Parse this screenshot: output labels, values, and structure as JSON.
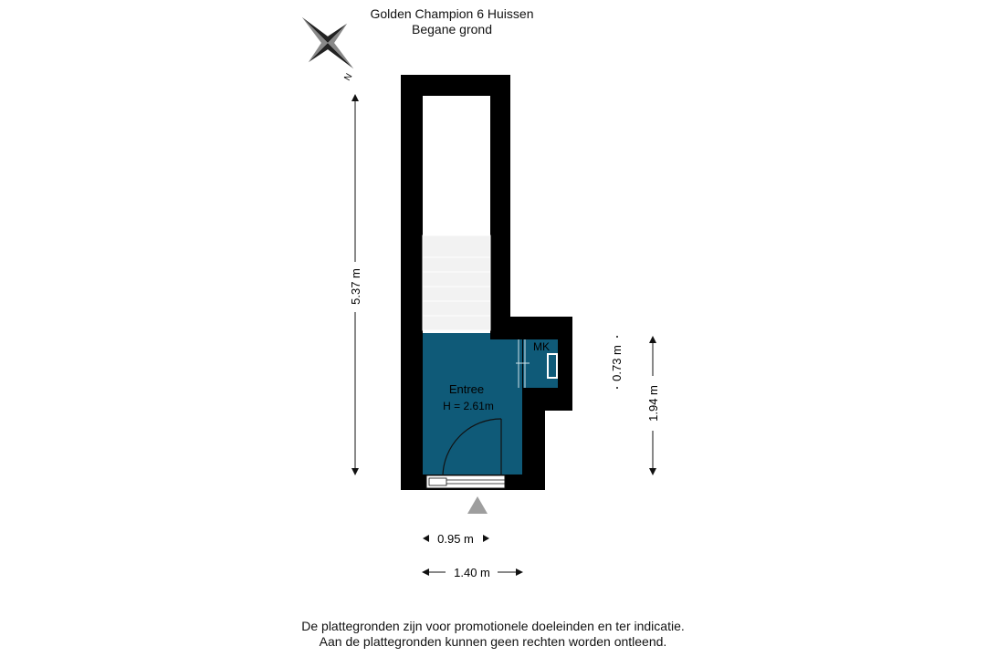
{
  "header": {
    "address": "Golden Champion 6 Huissen",
    "floor": "Begane grond"
  },
  "compass": {
    "icon": "compass-rose-icon",
    "north_label": "N"
  },
  "rooms": {
    "entrance": {
      "name": "Entree",
      "height": "H = 2.61m",
      "color": "#0f5a78"
    },
    "meter_cupboard": {
      "name": "MK"
    }
  },
  "dimensions": {
    "total_length": "5.37 m",
    "cupboard_depth": "0.73 m",
    "right_length": "1.94 m",
    "door_width": "0.95 m",
    "total_width": "1.40 m"
  },
  "entrance_marker": {
    "icon": "entrance-arrow-icon",
    "color": "#9e9e9e"
  },
  "colors": {
    "wall": "#000000",
    "room": "#0f5a78",
    "stairs": "#f2f2f2"
  },
  "disclaimer": {
    "line1": "De plattegronden zijn voor promotionele doeleinden en ter indicatie.",
    "line2": "Aan de plattegronden kunnen geen rechten worden ontleend."
  }
}
